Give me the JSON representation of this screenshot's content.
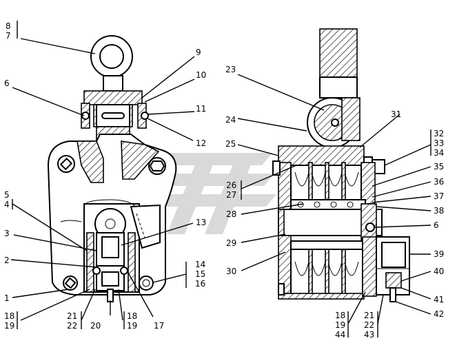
{
  "left_view": {
    "labels": {
      "l8": "8",
      "l7": "7",
      "l9": "9",
      "l10": "10",
      "l6": "6",
      "l11": "11",
      "l12": "12",
      "l5": "5",
      "l4": "4",
      "l13": "13",
      "l3": "3",
      "l2": "2",
      "l14": "14",
      "l15": "15",
      "l16": "16",
      "l1": "1",
      "l18a": "18",
      "l19a": "19",
      "l21": "21",
      "l22": "22",
      "l20": "20",
      "l18b": "18",
      "l19b": "19",
      "l17": "17"
    }
  },
  "right_view": {
    "labels": {
      "l23": "23",
      "l24": "24",
      "l31": "31",
      "l25": "25",
      "l32": "32",
      "l33": "33",
      "l34": "34",
      "l35": "35",
      "l26": "26",
      "l27": "27",
      "l36": "36",
      "l37": "37",
      "l28": "28",
      "l38": "38",
      "l6": "6",
      "l29": "29",
      "l39": "39",
      "l30": "30",
      "l40": "40",
      "l41": "41",
      "l42": "42",
      "l18": "18",
      "l19": "19",
      "l44": "44",
      "l21": "21",
      "l22": "22",
      "l43": "43"
    }
  }
}
